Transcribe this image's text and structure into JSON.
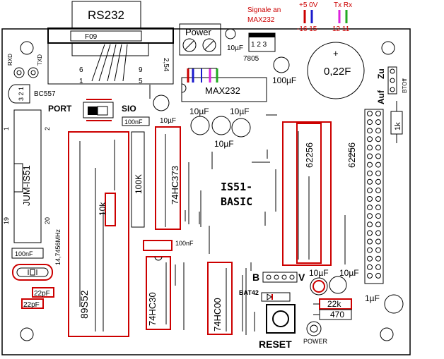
{
  "board": {
    "rs232": "RS232",
    "f09": "F09",
    "pin6": "6",
    "pin1": "1",
    "pin9": "9",
    "pin5": "5",
    "pin254": "2,54",
    "power": "Power",
    "ic7805": "7805",
    "reg_pins": "1 2 3",
    "max232": "MAX232",
    "signale": "Signale an",
    "signale2": "MAX232",
    "p5v0v": "+5 0V",
    "pins1615": "-16 15",
    "txrx": "Tx Rx",
    "pins1211": "12 11",
    "cap022": "0,22F",
    "plus": "+",
    "auf": "Auf",
    "zu": "Zu",
    "btoff": "BTOff",
    "r1k": "1k",
    "rxd": "RXD",
    "txd": "TXD",
    "bc557": "BC557",
    "t321": "3 2 1",
    "port": "PORT",
    "sio": "SIO",
    "c100nf_a": "100nF",
    "c10uf_a": "10µF",
    "c10uf_b": "10µF",
    "c10uf_c": "10µF",
    "c10uf_d": "10µF",
    "c10uf_e": "10µF",
    "c100uf": "100µF",
    "jum": "JUM-IS51",
    "n1": "1",
    "n2": "2",
    "n19": "19",
    "n20": "20",
    "xtal": "14,7456MHz",
    "c100nf_b": "100nF",
    "c22pf_a": "22pF",
    "c22pf_b": "22pF",
    "ic89s52": "89S52",
    "r10k": "10k",
    "r100k": "100K",
    "ic74hc373": "74HC373",
    "ic62256a": "62256",
    "ic62256b": "62256",
    "is51": "IS51-",
    "basic": "BASIC",
    "c100nf_c": "100nF",
    "ic74hc30": "74HC30",
    "ic74hc00": "74HC00",
    "b": "B",
    "v": "V",
    "c10uf_f": "10µF",
    "c10uf_g": "10µF",
    "bat42": "BAT42",
    "r22k": "22k",
    "r470": "470",
    "c1uf": "1µF",
    "reset": "RESET",
    "powerled": "POWER"
  },
  "colors": {
    "red": "#cc0000",
    "black": "#000000",
    "blue": "#1a1acc",
    "green": "#22aa22",
    "magenta": "#dd22dd"
  }
}
